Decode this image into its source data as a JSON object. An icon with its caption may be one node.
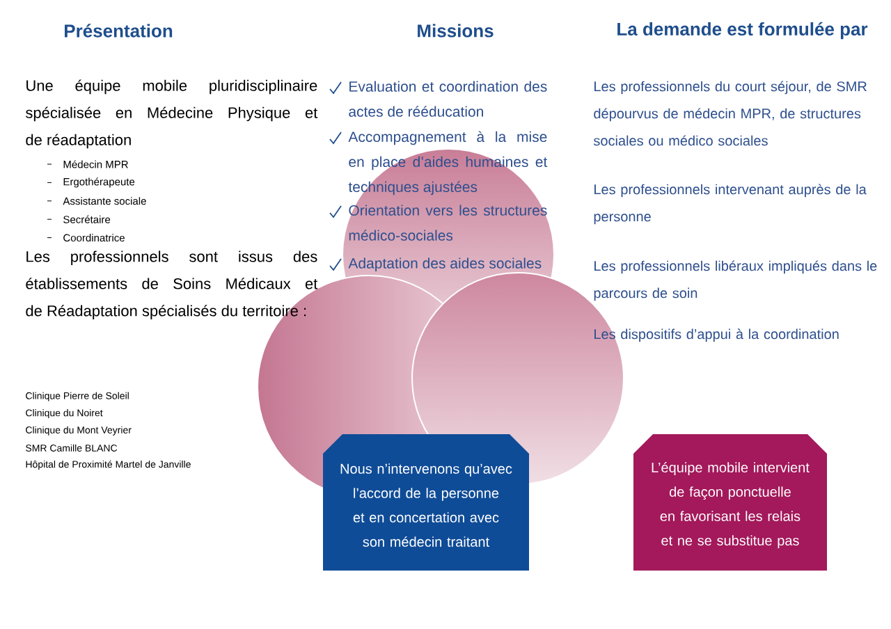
{
  "diagram": {
    "nodes": [
      {
        "text": [
          "Nous n’intervenons qu’avec l’accord de la personne et en concertation avec son médecin traitant"
        ]
      },
      {
        "text": [
          "L’équipe mobile intervient de façon ponctuelle en favorisant les relais et ne se substitue pas"
        ]
      }
    ],
    "edges": [],
    "labels": [
      "Présentation",
      "Missions",
      "La demande est formulée par",
      "Une équipe mobile pluridisciplinaire spécialisée en Médecine Physique et de réadaptation",
      "Médecin MPR",
      "Ergothérapeute",
      "Assistante sociale",
      "Secrétaire",
      "Coordinatrice",
      "Les professionnels sont issus des établissements de Soins Médicaux et de Réadaptation spécialisés du territoire :",
      "Clinique Pierre de Soleil",
      "Clinique du Noiret",
      "Clinique du Mont Veyrier",
      "SMR Camille BLANC",
      "Hôpital de Proximité Martel de Janville",
      "Evaluation et coordination des actes de rééducation",
      "Accompagnement à la mise en place d’aides humaines et techniques ajustées",
      "Orientation vers les structures médico-sociales",
      "Adaptation des aides sociales",
      "Les professionnels du court séjour, de SMR dépourvus de médecin MPR, de structures sociales ou médico sociales",
      "Les professionnels intervenant auprès de la personne",
      "Les professionnels libéraux impliqués dans le parcours de soin",
      "Les dispositifs d’appui à la coordination"
    ]
  }
}
